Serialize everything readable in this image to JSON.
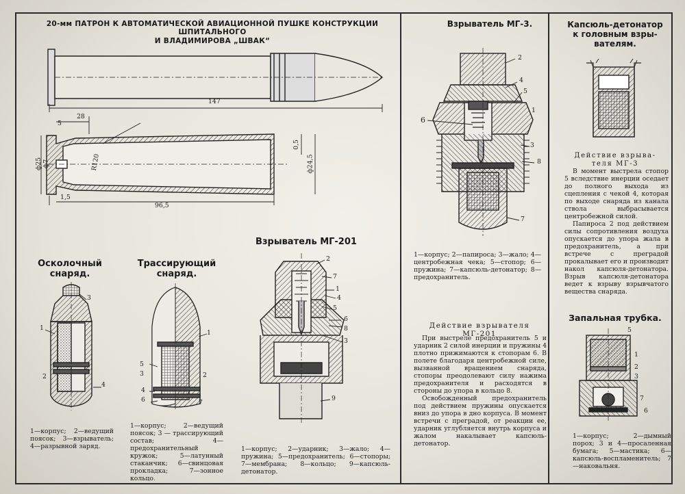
{
  "title": {
    "line1": "20-мм ПАТРОН К АВТОМАТИЧЕСКОЙ АВИАЦИОННОЙ ПУШКЕ КОНСТРУКЦИИ ШПИТАЛЬНОГО",
    "line2": "И ВЛАДИМИРОВА „ШВАК“"
  },
  "cartridge": {
    "dim_total": "147",
    "dim_case": "96,5",
    "dim_28": "28",
    "dim_5": "5",
    "dim_15": "1,5",
    "dim_d25": "ф25",
    "dim_d7": "ф7",
    "dim_d245": "ф24,5",
    "dim_05": "0,5",
    "dim_r120": "R120"
  },
  "mg3": {
    "heading": "Взрыватель МГ-3.",
    "caption": "1—корпус; 2—папироса; 3—жало; 4—центробежная чека; 5—стопор; 6—пружина; 7—капсюль-детонатор; 8—предохранитель.",
    "n1": "1",
    "n2": "2",
    "n3": "3",
    "n4": "4",
    "n5": "5",
    "n6": "6",
    "n7": "7",
    "n8": "8"
  },
  "kapsul": {
    "heading_line1": "Капсюль-детонатор",
    "heading_line2": "к головным взры-",
    "heading_line3": "вателям."
  },
  "mg3_action": {
    "heading_line1": "Действие взрыва-",
    "heading_line2": "теля МГ-3",
    "p1": "В момент выстрела стопор 5 вследствие инерции оседает до полного выхода из сцепления с чекой 4, которая по выходе снаряда из канала ствола выбрасывается центробежной силой.",
    "p2": "Папироса 2 под действием силы сопротивления воздуха опускается до упора жала в предохранитель, а при встрече с преградой прокалывает его и производит накол капсюля-детонатора. Взрыв капсюля-детонатора ведет к взрыву взрывчатого вещества снаряда."
  },
  "fuse_tube": {
    "heading": "Запальная трубка.",
    "caption": "1—корпус; 2—дымный порох; 3 и 4—просаленная бумага; 5—мастика; 6—капсюль-воспламенитель; 7—наковальня.",
    "n1": "1",
    "n2": "2",
    "n3": "3",
    "n5": "5",
    "n6": "6",
    "n7": "7"
  },
  "fragmentation": {
    "heading_line1": "Осколочный",
    "heading_line2": "снаряд.",
    "caption": "1—корпус; 2—ведущий поясок; 3—взрыватель; 4—разрывной заряд.",
    "n1": "1",
    "n2": "2",
    "n3": "3",
    "n4": "4"
  },
  "tracer": {
    "heading_line1": "Трассирующий",
    "heading_line2": "снаряд.",
    "caption": "1—корпус; 2—ведущий поясок; 3 — трассирующий состав; 4—предохранительный кружок; 5—латунный стаканчик; 6—свинцовая прокладка; 7—зонное кольцо.",
    "n1": "1",
    "n2": "2",
    "n3": "3",
    "n4": "4",
    "n5": "5",
    "n6": "6",
    "n7": "7"
  },
  "mg201": {
    "heading": "Взрыватель МГ-201",
    "caption": "1—корпус; 2—ударник; 3—жало; 4—пружина; 5—предохранитель; 6—стопоры; 7—мембрана; 8—кольцо; 9—капсюль-детонатор.",
    "n1": "1",
    "n2": "2",
    "n3": "3",
    "n4": "4",
    "n5": "5",
    "n6": "6",
    "n7": "7",
    "n8": "8",
    "n9": "9"
  },
  "mg201_action": {
    "heading": "Действие взрывателя МГ-201",
    "p1": "При выстреле предохранитель 5 и ударник 2 силой инерции и пружины 4 плотно прижимаются к стопорам 6. В полете благодаря центробежной силе, вызванной вращением снаряда, стопоры преодолевают силу нажима предохранителя и расходятся в стороны до упора в кольцо 8.",
    "p2": "Освобожденный предохранитель под действием пружины опускается вниз до упора в дно корпуса. В момент встречи с преградой, от реакции ее, ударник углубляется внутрь корпуса и жалом накалывает капсюль-детонатор."
  }
}
